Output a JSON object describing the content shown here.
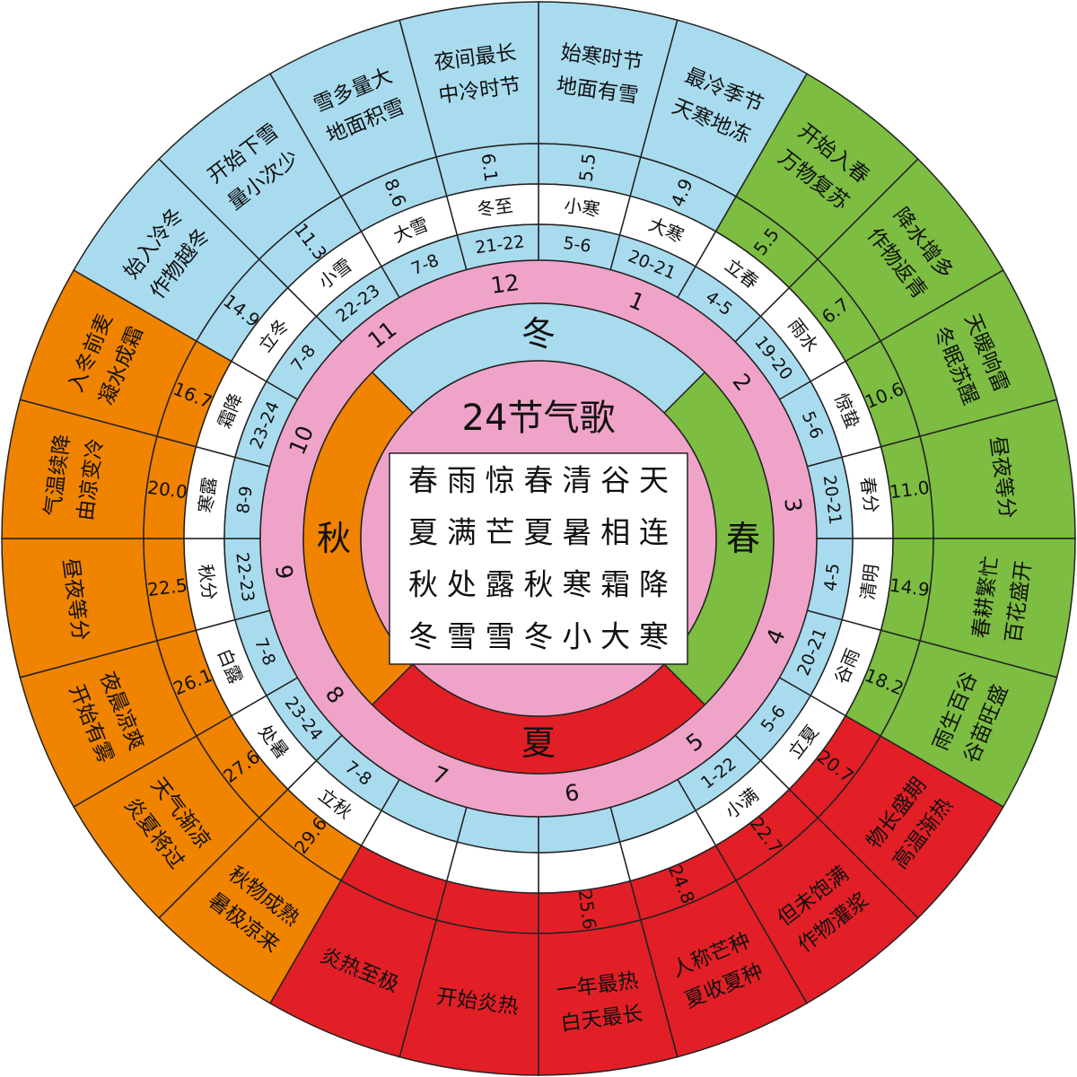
{
  "title": "24节气歌",
  "poem": [
    "春雨惊春清谷天",
    "夏满芒夏暑相连",
    "秋处露秋寒霜降",
    "冬雪雪冬小大寒"
  ],
  "seasons": [
    {
      "name": "春",
      "color": "#7cbd42"
    },
    {
      "name": "夏",
      "color": "#e21f26"
    },
    {
      "name": "秋",
      "color": "#f08300"
    },
    {
      "name": "冬",
      "color": "#a9dbee"
    }
  ],
  "months": [
    "1",
    "2",
    "3",
    "4",
    "5",
    "6",
    "7",
    "8",
    "9",
    "10",
    "11",
    "12"
  ],
  "terms": [
    {
      "name": "小寒",
      "date": "5-6",
      "temp": "5.5",
      "desc": [
        "始寒时节",
        "地面有雪"
      ]
    },
    {
      "name": "大寒",
      "date": "20-21",
      "temp": "4.9",
      "desc": [
        "最冷季节",
        "天寒地冻"
      ]
    },
    {
      "name": "立春",
      "date": "4-5",
      "temp": "5.5",
      "desc": [
        "开始入春",
        "万物复苏"
      ]
    },
    {
      "name": "雨水",
      "date": "19-20",
      "temp": "6.7",
      "desc": [
        "降水增多",
        "作物返青"
      ]
    },
    {
      "name": "惊蛰",
      "date": "5-6",
      "temp": "10.6",
      "desc": [
        "天暖响雷",
        "冬眠苏醒"
      ]
    },
    {
      "name": "春分",
      "date": "20-21",
      "temp": "11.0",
      "desc": [
        "昼夜等分",
        ""
      ]
    },
    {
      "name": "清明",
      "date": "4-5",
      "temp": "14.9",
      "desc": [
        "百花盛开",
        "春耕繁忙"
      ]
    },
    {
      "name": "谷雨",
      "date": "20-21",
      "temp": "18.2",
      "desc": [
        "谷苗旺盛",
        "雨生百谷"
      ]
    },
    {
      "name": "立夏",
      "date": "5-6",
      "temp": "20.7",
      "desc": [
        "高温渐热",
        "物长盛期"
      ]
    },
    {
      "name": "小满",
      "date": "1-22",
      "temp": "22.7",
      "desc": [
        "作物灌浆",
        "但未饱满"
      ]
    },
    {
      "name": "",
      "date": "",
      "temp": "24.8",
      "desc": [
        "夏收夏种",
        "人称芒种"
      ]
    },
    {
      "name": "",
      "date": "",
      "temp": "25.6",
      "desc": [
        "白天最长",
        "一年最热"
      ]
    },
    {
      "name": "",
      "date": "",
      "temp": "",
      "desc": [
        "开始炎热",
        ""
      ]
    },
    {
      "name": "",
      "date": "",
      "temp": "",
      "desc": [
        "炎热至极",
        ""
      ]
    },
    {
      "name": "立秋",
      "date": "7-8",
      "temp": "29.6",
      "desc": [
        "暑极凉来",
        "秋物成熟"
      ]
    },
    {
      "name": "处暑",
      "date": "23-24",
      "temp": "27.6",
      "desc": [
        "炎夏将过",
        "天气渐凉"
      ]
    },
    {
      "name": "白露",
      "date": "7-8",
      "temp": "26.1",
      "desc": [
        "开始有雾",
        "夜晨凉爽"
      ]
    },
    {
      "name": "秋分",
      "date": "22-23",
      "temp": "22.5",
      "desc": [
        "昼夜等分",
        ""
      ]
    },
    {
      "name": "寒露",
      "date": "8-9",
      "temp": "20.0",
      "desc": [
        "气温续降",
        "由凉变冷"
      ]
    },
    {
      "name": "霜降",
      "date": "23-24",
      "temp": "16.7",
      "desc": [
        "入冬前麦",
        "凝水成霜"
      ]
    },
    {
      "name": "立冬",
      "date": "7-8",
      "temp": "14.9",
      "desc": [
        "始入冷冬",
        "作物越冬"
      ]
    },
    {
      "name": "小雪",
      "date": "22-23",
      "temp": "11.3",
      "desc": [
        "开始下雪",
        "量小次少"
      ]
    },
    {
      "name": "大雪",
      "date": "7-8",
      "temp": "8.6",
      "desc": [
        "雪多量大",
        "地面积雪"
      ]
    },
    {
      "name": "冬至",
      "date": "21-22",
      "temp": "6.1",
      "desc": [
        "夜间最长",
        "中冷时节"
      ]
    }
  ],
  "colors": {
    "pink": "#f0a3c8",
    "lightblue": "#a9dbee",
    "white": "#ffffff",
    "line": "#222222"
  }
}
